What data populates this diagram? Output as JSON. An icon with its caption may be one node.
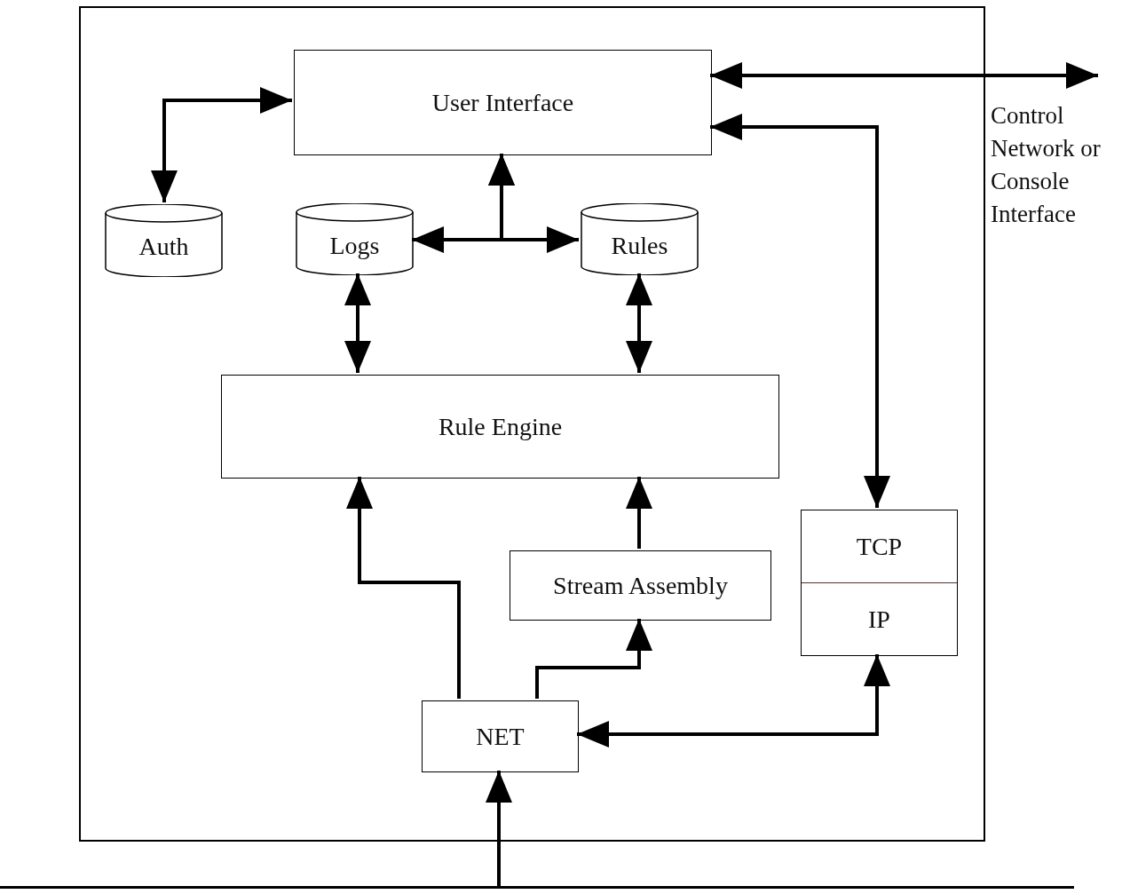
{
  "diagram": {
    "nodes": [
      {
        "text": [],
        "shape": "box"
      },
      {
        "text": [
          "User Interface"
        ],
        "in": 0
      },
      {
        "text": [
          "Auth"
        ],
        "in": 0
      },
      {
        "text": [
          "Logs"
        ],
        "in": 0
      },
      {
        "text": [
          "Rules"
        ],
        "in": 0
      },
      {
        "text": [
          "Rule Engine"
        ],
        "in": 0
      },
      {
        "text": [
          "Stream Assembly"
        ],
        "in": 0
      },
      {
        "text": [
          "TCP",
          "IP"
        ],
        "in": 0
      },
      {
        "text": [
          "NET"
        ],
        "in": 0
      },
      {
        "text": [],
        "shape": "bar"
      }
    ],
    "edges": [
      {
        "from": 1,
        "to": 2,
        "arrow": "both"
      },
      {
        "from": 3,
        "to": 1,
        "arrow": "both"
      },
      {
        "from": 4,
        "to": 1,
        "arrow": "both"
      },
      {
        "from": 3,
        "to": 5,
        "arrow": "both"
      },
      {
        "from": 4,
        "to": 5,
        "arrow": "both"
      },
      {
        "from": 8,
        "to": 5,
        "arrow": "to"
      },
      {
        "from": 8,
        "to": 6,
        "arrow": "to"
      },
      {
        "from": 6,
        "to": 5,
        "arrow": "to"
      },
      {
        "from": 1,
        "to": 7,
        "arrow": "both"
      },
      {
        "from": 8,
        "to": 7,
        "arrow": "both"
      },
      {
        "from": 1,
        "to": null,
        "arrow": "both"
      },
      {
        "from": 9,
        "to": 8,
        "arrow": "to"
      }
    ],
    "labels": [
      "Control Network or Console Interface"
    ]
  }
}
